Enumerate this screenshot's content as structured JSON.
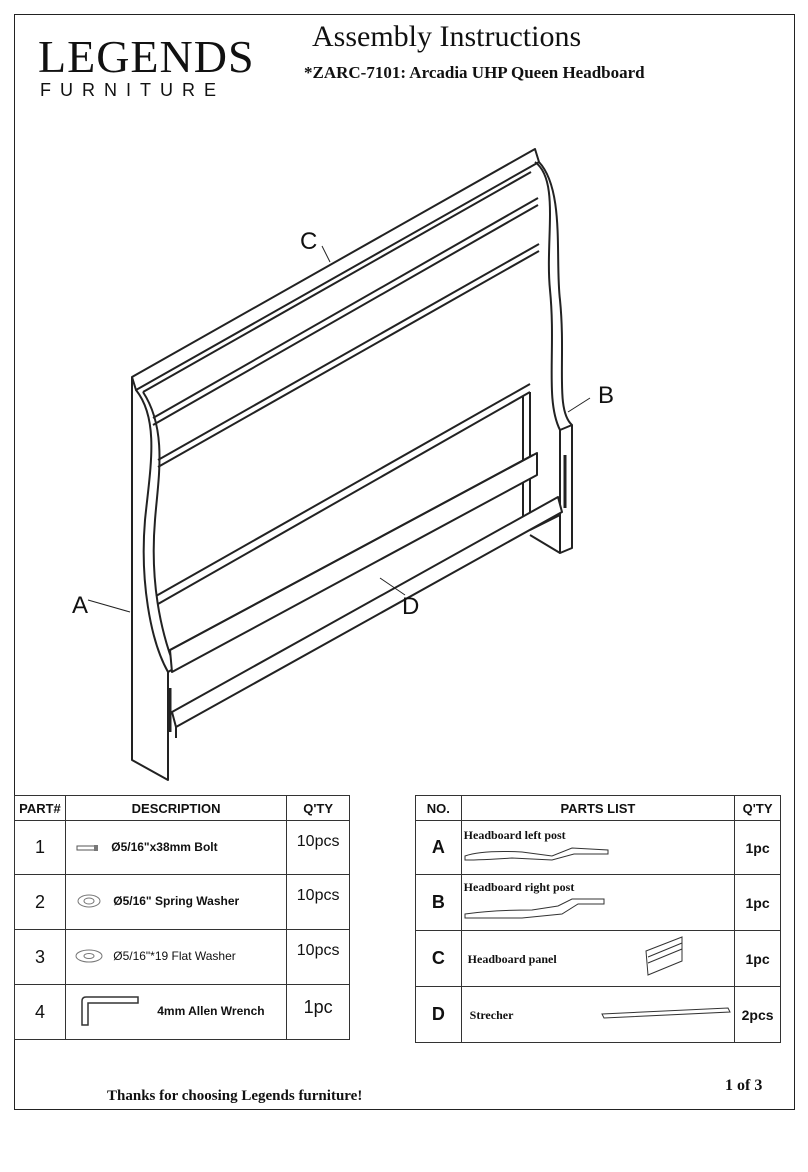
{
  "brand": {
    "main": "LEGENDS",
    "sub": "FURNITURE"
  },
  "header": {
    "title": "Assembly Instructions",
    "subtitle": "*ZARC-7101: Arcadia UHP Queen Headboard"
  },
  "diagram_labels": {
    "a": "A",
    "b": "B",
    "c": "C",
    "d": "D"
  },
  "hardware_table": {
    "headers": {
      "part": "PART#",
      "description": "DESCRIPTION",
      "qty": "Q'TY"
    },
    "rows": [
      {
        "num": "1",
        "desc": "Ø5/16\"x38mm Bolt",
        "qty": "10pcs",
        "icon": "bolt-icon"
      },
      {
        "num": "2",
        "desc": "Ø5/16\" Spring Washer",
        "qty": "10pcs",
        "icon": "spring-washer-icon"
      },
      {
        "num": "3",
        "desc": "Ø5/16\"*19 Flat Washer",
        "qty": "10pcs",
        "icon": "flat-washer-icon"
      },
      {
        "num": "4",
        "desc": "4mm Allen Wrench",
        "qty": "1pc",
        "icon": "allen-wrench-icon"
      }
    ]
  },
  "parts_table": {
    "headers": {
      "no": "NO.",
      "list": "PARTS LIST",
      "qty": "Q'TY"
    },
    "rows": [
      {
        "no": "A",
        "name": "Headboard  left post",
        "qty": "1pc",
        "icon": "left-post-icon"
      },
      {
        "no": "B",
        "name": "Headboard  right post",
        "qty": "1pc",
        "icon": "right-post-icon"
      },
      {
        "no": "C",
        "name": "Headboard panel",
        "qty": "1pc",
        "icon": "panel-icon"
      },
      {
        "no": "D",
        "name": "Strecher",
        "qty": "2pcs",
        "icon": "stretcher-icon"
      }
    ]
  },
  "footer": {
    "thanks": "Thanks for choosing Legends furniture!",
    "page": "1 of 3"
  }
}
